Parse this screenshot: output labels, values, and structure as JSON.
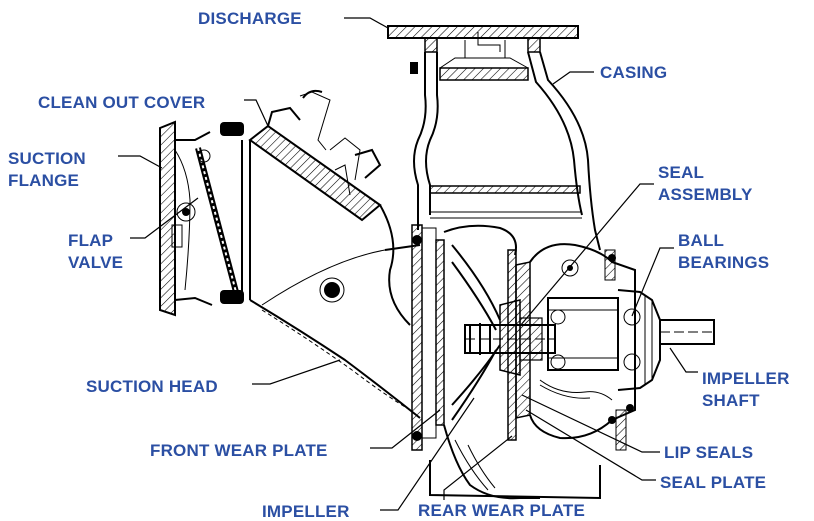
{
  "diagram": {
    "accent_color": "#2b4fa3",
    "labels": {
      "discharge": "DISCHARGE",
      "casing": "CASING",
      "clean_out_cover": "CLEAN OUT COVER",
      "suction_flange_1": "SUCTION",
      "suction_flange_2": "FLANGE",
      "seal_assembly_1": "SEAL",
      "seal_assembly_2": "ASSEMBLY",
      "flap_valve_1": "FLAP",
      "flap_valve_2": "VALVE",
      "ball_bearings_1": "BALL",
      "ball_bearings_2": "BEARINGS",
      "suction_head": "SUCTION HEAD",
      "impeller_shaft_1": "IMPELLER",
      "impeller_shaft_2": "SHAFT",
      "front_wear_plate": "FRONT WEAR PLATE",
      "lip_seals": "LIP SEALS",
      "seal_plate": "SEAL PLATE",
      "impeller": "IMPELLER",
      "rear_wear_plate": "REAR WEAR PLATE"
    }
  }
}
